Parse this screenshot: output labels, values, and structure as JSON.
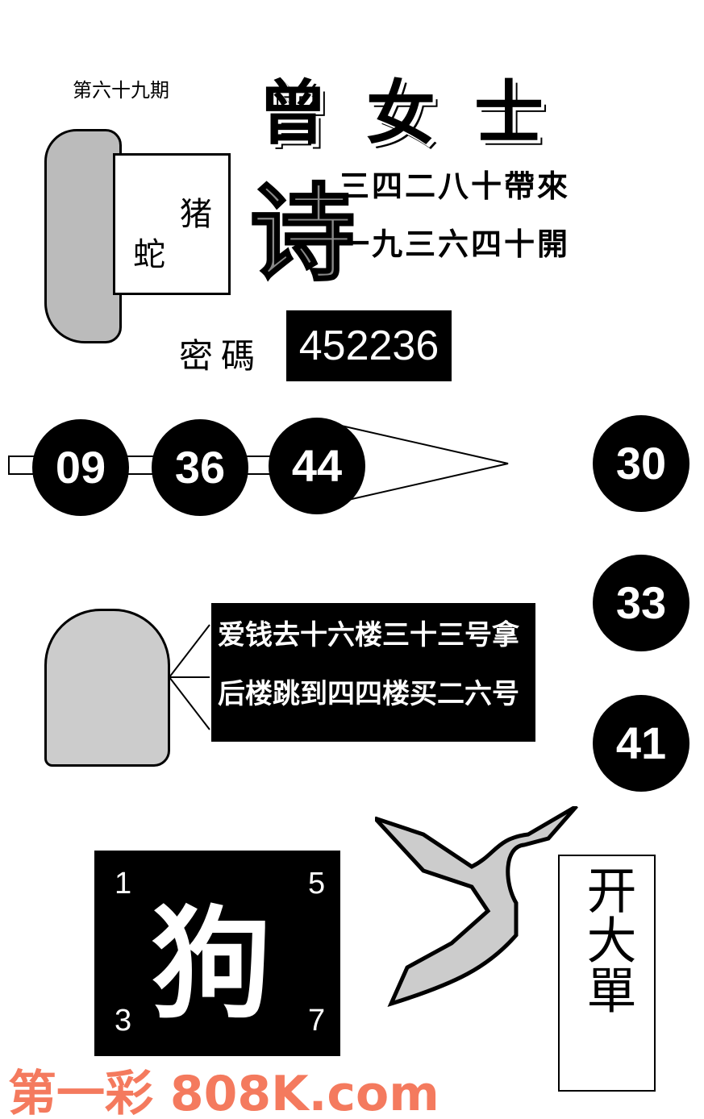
{
  "header": {
    "issue": "第六十九期",
    "title": "曾女士"
  },
  "zodiac_card": {
    "animals": [
      "猪",
      "蛇"
    ]
  },
  "poem": {
    "label": "诗",
    "lines": [
      "三四二八十帶來",
      "一九三六四十開"
    ]
  },
  "password": {
    "label": "密碼",
    "value": "452236"
  },
  "arrow_balls": [
    "09",
    "36",
    "44"
  ],
  "side_balls": [
    "30",
    "33",
    "41"
  ],
  "speech": {
    "lines": [
      "爱钱去十六楼三十三号拿",
      "后楼跳到四四楼买二六号"
    ]
  },
  "dog_box": {
    "character": "狗",
    "numbers": [
      "1",
      "5",
      "3",
      "7"
    ]
  },
  "vertical_text": "开大單",
  "watermark": "第一彩 808K.com",
  "colors": {
    "watermark": "#f47a5e",
    "gray_fill": "#bbbbbb"
  }
}
